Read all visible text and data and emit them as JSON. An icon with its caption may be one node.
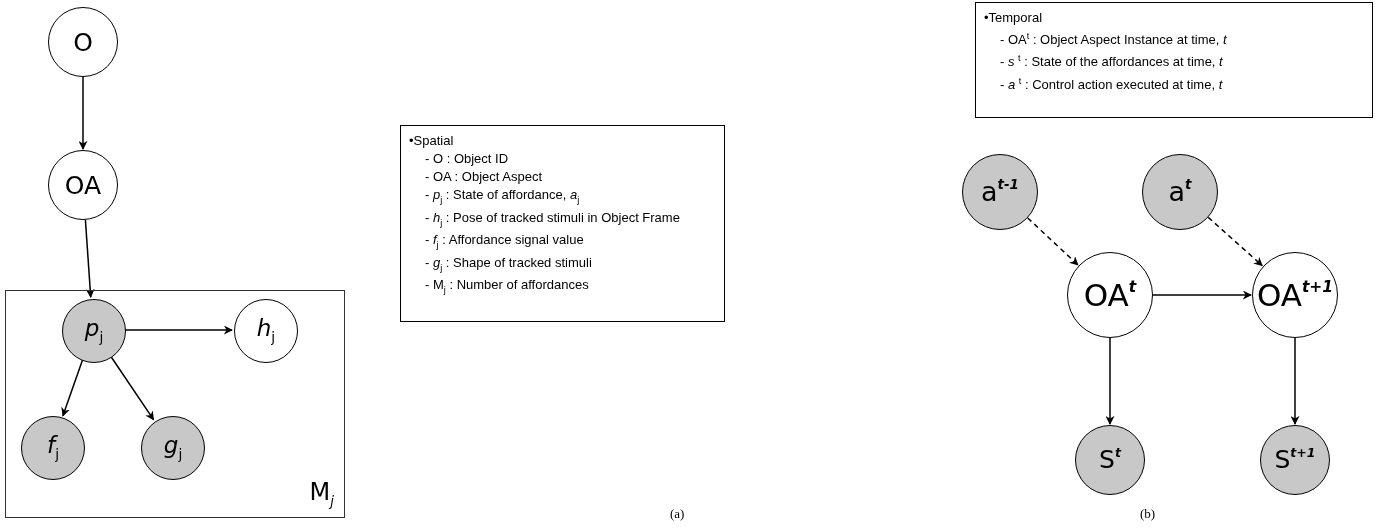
{
  "diagram": {
    "nodes": [
      {
        "text": [
          "O"
        ]
      },
      {
        "text": [
          "OA"
        ]
      },
      {
        "text": [
          "M$_{j}$"
        ]
      },
      {
        "text": [
          "*p*$_{j}$"
        ],
        "in": 2
      },
      {
        "text": [
          "*h*$_{j}$"
        ],
        "in": 2
      },
      {
        "text": [
          "*f*$_{j}$"
        ],
        "in": 2
      },
      {
        "text": [
          "*g*$_{j}$"
        ],
        "in": 2
      },
      {
        "text": [
          "•Spatial",
          "- O : Object ID",
          "- OA : Object Aspect",
          "- *p*$_{j}$ : State of affordance, *a*$_{j}$",
          "- *h*$_{j}$ : Pose of tracked stimuli in Object Frame",
          "- *f*$_{j}$ : Affordance signal value",
          "- *g*$_{j}$ : Shape of tracked stimuli",
          "- M$_{j}$ : Number of affordances"
        ]
      },
      {
        "text": [
          "•Temporal",
          "- OA$^{t}$ : Object Aspect Instance at time, *t*",
          "- *s* $^{t}$ : State of the affordances at time, *t*",
          "- *a* $^{t}$ : Control action executed at time, *t*"
        ]
      },
      {
        "text": [
          "a$^{t-1}$"
        ]
      },
      {
        "text": [
          "a$^{t}$"
        ]
      },
      {
        "text": [
          "OA$^{t}$"
        ]
      },
      {
        "text": [
          "OA$^{t+1}$"
        ]
      },
      {
        "text": [
          "S$^{t}$"
        ]
      },
      {
        "text": [
          "S$^{t+1}$"
        ]
      }
    ],
    "edges": [
      {
        "from": 0,
        "to": 1,
        "arrow": "to"
      },
      {
        "from": 1,
        "to": 3,
        "arrow": "to"
      },
      {
        "from": 3,
        "to": 4,
        "arrow": "to"
      },
      {
        "from": 3,
        "to": 5,
        "arrow": "to"
      },
      {
        "from": 3,
        "to": 6,
        "arrow": "to"
      },
      {
        "from": 9,
        "to": 11,
        "arrow": "to",
        "style": "dashed"
      },
      {
        "from": 10,
        "to": 12,
        "arrow": "to",
        "style": "dashed"
      },
      {
        "from": 11,
        "to": 12,
        "arrow": "to"
      },
      {
        "from": 11,
        "to": 13,
        "arrow": "to"
      },
      {
        "from": 12,
        "to": 14,
        "arrow": "to"
      }
    ],
    "labels": [
      "(a)",
      "(b)"
    ]
  }
}
